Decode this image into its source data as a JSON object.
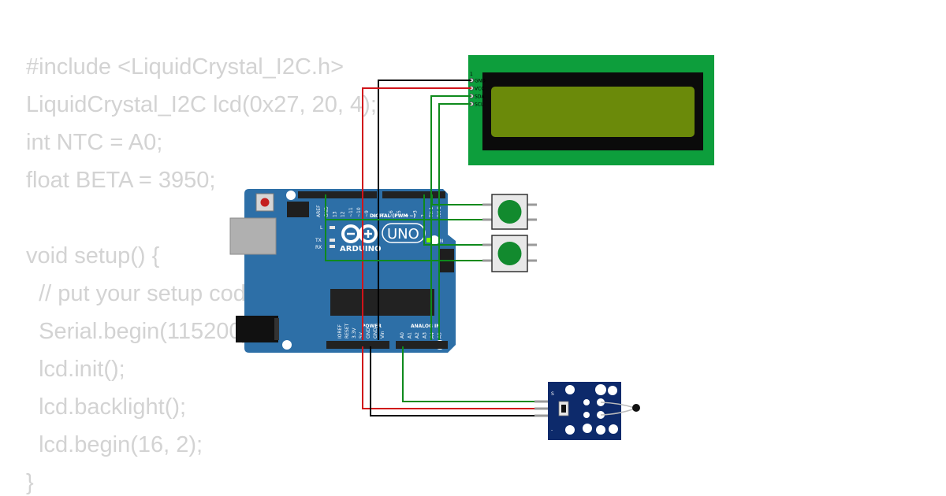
{
  "code": {
    "lines": [
      "#include <LiquidCrystal_I2C.h>",
      "LiquidCrystal_I2C lcd(0x27, 20, 4);",
      "int NTC = A0;",
      "float BETA = 3950;",
      "",
      "void setup() {",
      "  // put your setup code here, to run once:",
      "  Serial.begin(115200);",
      "  lcd.init();",
      "  lcd.backlight();",
      "  lcd.begin(16, 2);",
      "}"
    ]
  },
  "lcd_module": {
    "pin_labels": [
      "GND",
      "VCC",
      "SDA",
      "SCL"
    ],
    "pin1_marker": "1",
    "pcb_color": "#0d9e3c",
    "screen_color": "#6b8a0a"
  },
  "arduino": {
    "brand": "ARDUINO",
    "model": "UNO",
    "digital_header_label": "DIGITAL (PWM ~)",
    "analog_header_label": "ANALOG IN",
    "power_header_label": "POWER",
    "on_label": "ON",
    "led_labels": [
      "L",
      "TX",
      "RX"
    ],
    "top_pins": [
      "AREF",
      "GND",
      "13",
      "12",
      "~11",
      "~10",
      "~9",
      "8",
      "7",
      "~6",
      "~5",
      "4",
      "~3",
      "2",
      "TX 1",
      "RX 0"
    ],
    "power_pins": [
      "IOREF",
      "RESET",
      "3.3V",
      "5V",
      "GND",
      "GND",
      "Vin"
    ],
    "analog_pins": [
      "A0",
      "A1",
      "A2",
      "A3",
      "A4",
      "A5"
    ],
    "board_color": "#2d6fa7"
  },
  "sensor_module": {
    "pin_labels": [
      "S",
      "",
      "-"
    ],
    "board_color": "#0d2a6b"
  },
  "pushbuttons": [
    {
      "cap_color": "#128a2e"
    },
    {
      "cap_color": "#128a2e"
    }
  ],
  "wire_colors": {
    "gnd": "#000000",
    "vcc": "#d0141a",
    "signal": "#0e8a1c"
  }
}
